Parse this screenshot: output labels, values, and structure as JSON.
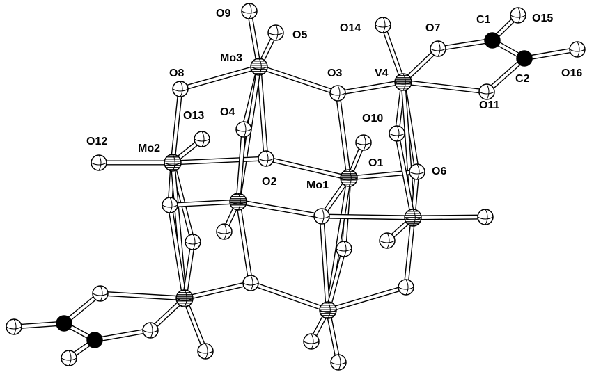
{
  "figure": {
    "type": "molecular-structure",
    "atom_labels": {
      "O9": "O9",
      "O5": "O5",
      "Mo3": "Mo3",
      "O14": "O14",
      "O7": "O7",
      "C1": "C1",
      "O15": "O15",
      "O8": "O8",
      "O3": "O3",
      "V4": "V4",
      "C2": "C2",
      "O16": "O16",
      "O13": "O13",
      "O4": "O4",
      "O10": "O10",
      "O11": "O11",
      "O12": "O12",
      "Mo2": "Mo2",
      "O1": "O1",
      "O6": "O6",
      "O2": "O2",
      "Mo1": "Mo1"
    },
    "colors": {
      "ink": "#000000",
      "atom_fill": "#ffffff",
      "carbon_fill": "#000000"
    }
  }
}
